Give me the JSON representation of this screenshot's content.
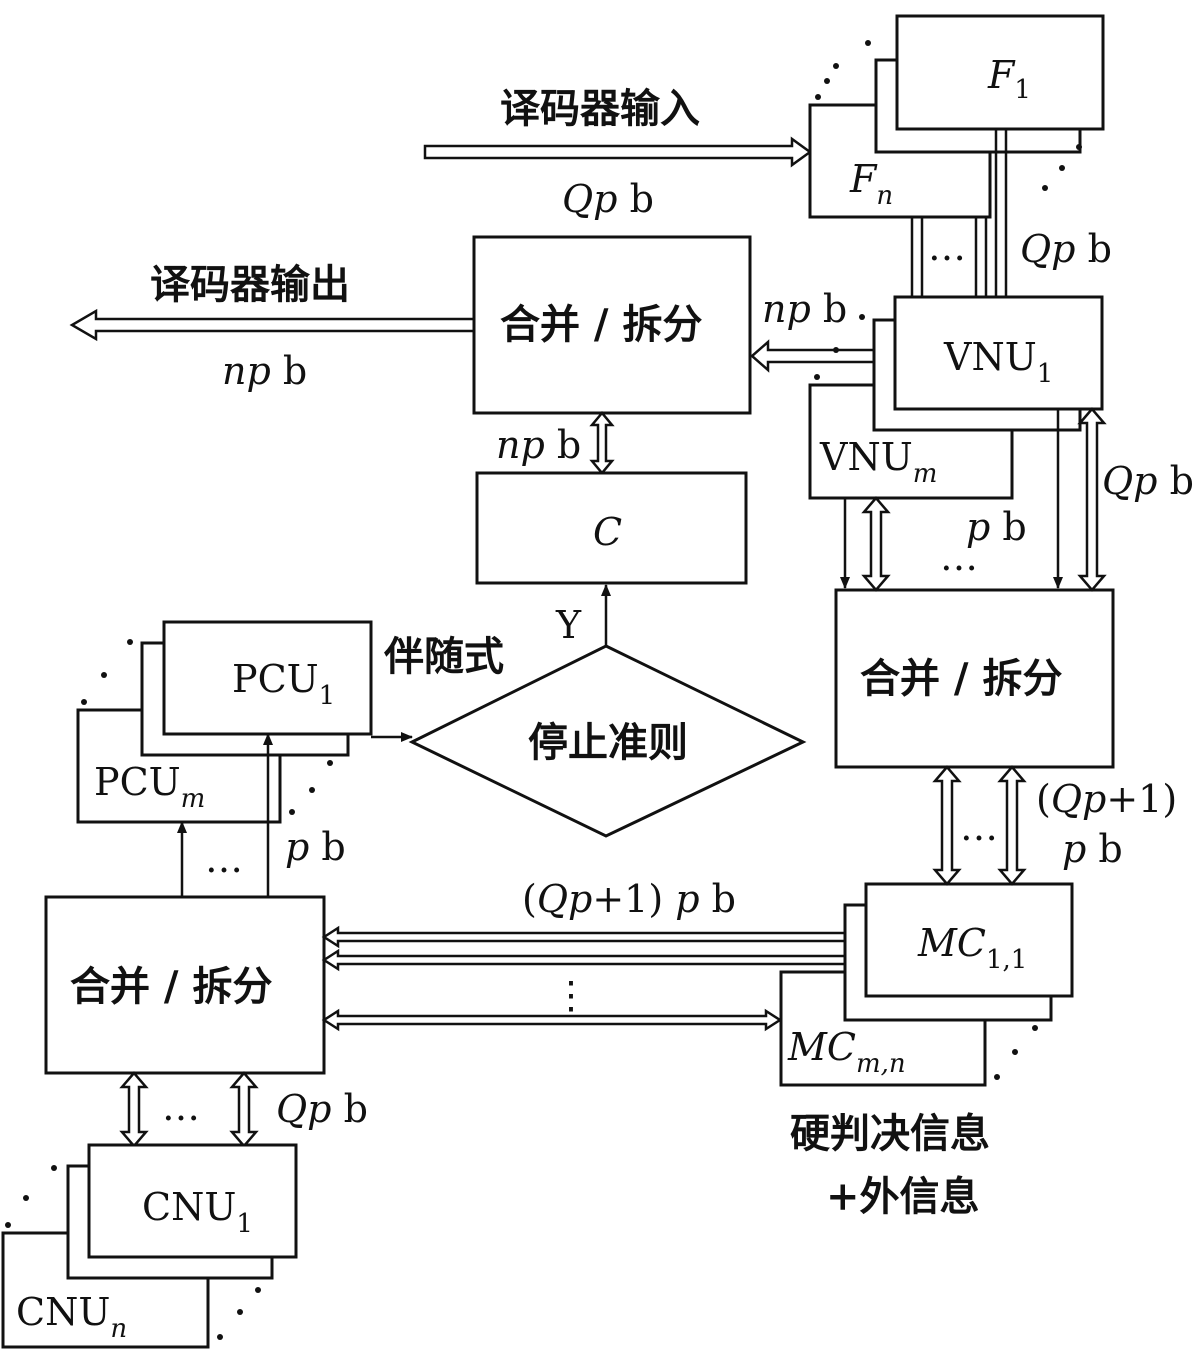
{
  "labels": {
    "decoder_input": "译码器输入",
    "decoder_output": "译码器输出",
    "merge_split": "合并 / 拆分",
    "stop_criterion": "停止准则",
    "syndrome": "伴随式",
    "hard_decision": "硬判决信息",
    "extrinsic": "+外信息",
    "yes": "Y",
    "ellipsis": "…",
    "vellipsis": "⋮"
  },
  "symbols": {
    "c": "C",
    "f": "F",
    "vnu": "VNU",
    "pcu": "PCU",
    "cnu": "CNU",
    "mc": "MC",
    "sub_1": "1",
    "sub_m": "m",
    "sub_n": "n",
    "sub_11": "1,1",
    "sub_mn": "m,n"
  },
  "widths": {
    "Qp": "Qp",
    "np": "np",
    "p": "p",
    "b": "b",
    "paren_Qp1_open": "(",
    "Qp1_inner": "Qp",
    "plus1_close": "+1)"
  }
}
